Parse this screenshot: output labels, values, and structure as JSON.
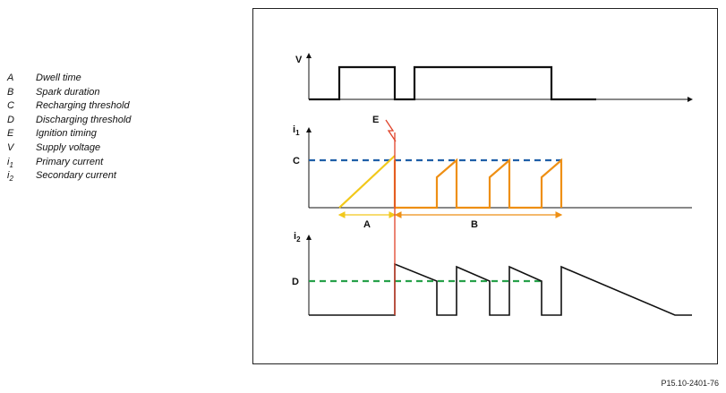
{
  "legend": [
    {
      "key": "A",
      "sub": "",
      "text": "Dwell time"
    },
    {
      "key": "B",
      "sub": "",
      "text": "Spark duration"
    },
    {
      "key": "C",
      "sub": "",
      "text": "Recharging threshold"
    },
    {
      "key": "D",
      "sub": "",
      "text": "Discharging threshold"
    },
    {
      "key": "E",
      "sub": "",
      "text": "Ignition timing"
    },
    {
      "key": "V",
      "sub": "",
      "text": "Supply voltage"
    },
    {
      "key": "i",
      "sub": "1",
      "text": "Primary current"
    },
    {
      "key": "i",
      "sub": "2",
      "text": "Secondary current"
    }
  ],
  "diagram": {
    "axis_v": "V",
    "axis_i1": "i",
    "axis_i1_sub": "1",
    "axis_i2": "i",
    "axis_i2_sub": "2",
    "label_c": "C",
    "label_d": "D",
    "label_e": "E",
    "label_a": "A",
    "label_b": "B",
    "colors": {
      "supply_voltage": "#111111",
      "primary_ramp": "#f2c81a",
      "primary_current": "#ee8f14",
      "ignition_marker": "#e0432a",
      "threshold_c": "#1f5fa8",
      "threshold_d": "#27a14a",
      "secondary_current": "#111111"
    }
  },
  "reference_code": "P15.10-2401-76"
}
